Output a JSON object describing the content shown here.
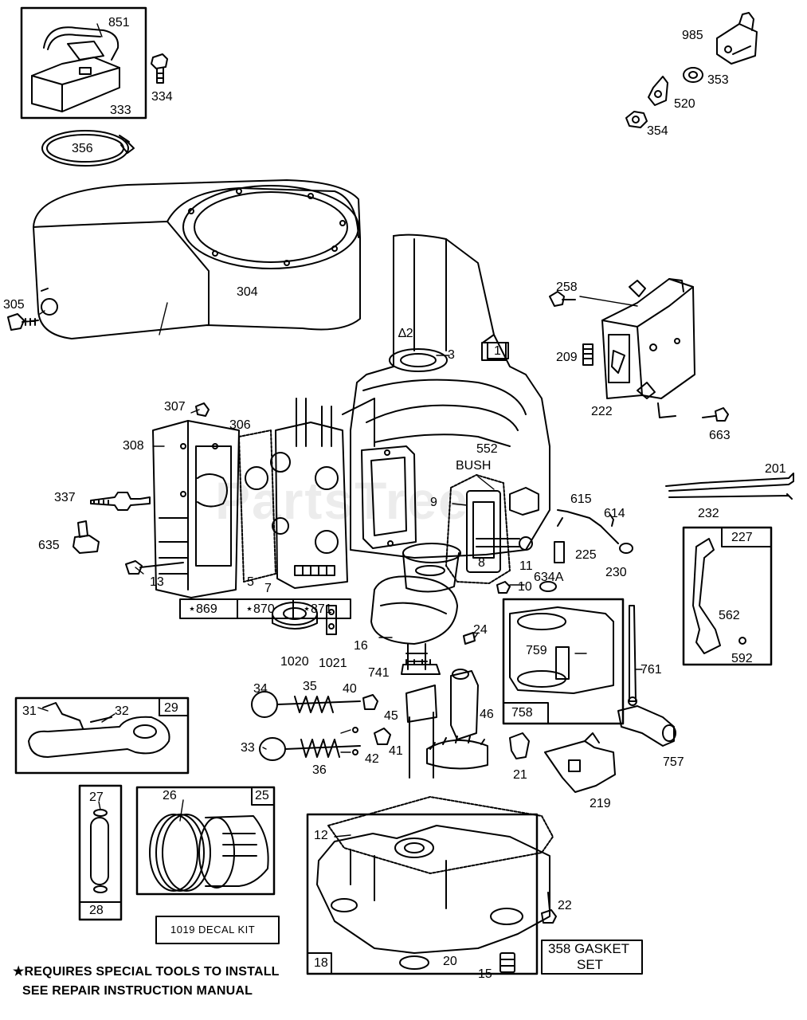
{
  "watermark": "PartsTree",
  "callouts": [
    {
      "id": "c851",
      "text": "851"
    },
    {
      "id": "c333",
      "text": "333"
    },
    {
      "id": "c334",
      "text": "334"
    },
    {
      "id": "c356",
      "text": "356"
    },
    {
      "id": "c985",
      "text": "985"
    },
    {
      "id": "c353",
      "text": "353"
    },
    {
      "id": "c520",
      "text": "520"
    },
    {
      "id": "c354",
      "text": "354"
    },
    {
      "id": "c304",
      "text": "304"
    },
    {
      "id": "c305",
      "text": "305"
    },
    {
      "id": "c258",
      "text": "258"
    },
    {
      "id": "c2",
      "text": "∆2"
    },
    {
      "id": "c3",
      "text": "3"
    },
    {
      "id": "c1",
      "text": "1"
    },
    {
      "id": "c209",
      "text": "209"
    },
    {
      "id": "c222",
      "text": "222"
    },
    {
      "id": "c663",
      "text": "663"
    },
    {
      "id": "c307",
      "text": "307"
    },
    {
      "id": "c306",
      "text": "306"
    },
    {
      "id": "c308",
      "text": "308"
    },
    {
      "id": "c552",
      "text": "552"
    },
    {
      "id": "cbush",
      "text": "BUSH"
    },
    {
      "id": "c201",
      "text": "201"
    },
    {
      "id": "c232",
      "text": "232"
    },
    {
      "id": "c337",
      "text": "337"
    },
    {
      "id": "c9",
      "text": "9"
    },
    {
      "id": "c615",
      "text": "615"
    },
    {
      "id": "c614",
      "text": "614"
    },
    {
      "id": "c635",
      "text": "635"
    },
    {
      "id": "c225",
      "text": "225"
    },
    {
      "id": "c8",
      "text": "8"
    },
    {
      "id": "c11",
      "text": "11"
    },
    {
      "id": "c230",
      "text": "230"
    },
    {
      "id": "c13",
      "text": "13"
    },
    {
      "id": "c5",
      "text": "5"
    },
    {
      "id": "c7",
      "text": "7"
    },
    {
      "id": "c10",
      "text": "10"
    },
    {
      "id": "c634a",
      "text": "634A"
    },
    {
      "id": "c227",
      "text": "227"
    },
    {
      "id": "c869",
      "text": "⋆869"
    },
    {
      "id": "c870",
      "text": "⋆870"
    },
    {
      "id": "c871",
      "text": "⋆871"
    },
    {
      "id": "c562",
      "text": "562"
    },
    {
      "id": "c24",
      "text": "24"
    },
    {
      "id": "c16",
      "text": "16"
    },
    {
      "id": "c1020",
      "text": "1020"
    },
    {
      "id": "c1021",
      "text": "1021"
    },
    {
      "id": "c759",
      "text": "759"
    },
    {
      "id": "c592",
      "text": "592"
    },
    {
      "id": "c741",
      "text": "741"
    },
    {
      "id": "c761",
      "text": "761"
    },
    {
      "id": "c34",
      "text": "34"
    },
    {
      "id": "c35",
      "text": "35"
    },
    {
      "id": "c40",
      "text": "40"
    },
    {
      "id": "c31",
      "text": "31"
    },
    {
      "id": "c32",
      "text": "32"
    },
    {
      "id": "c29",
      "text": "29"
    },
    {
      "id": "c45",
      "text": "45"
    },
    {
      "id": "c46",
      "text": "46"
    },
    {
      "id": "c758",
      "text": "758"
    },
    {
      "id": "c33",
      "text": "33"
    },
    {
      "id": "c41",
      "text": "41"
    },
    {
      "id": "c42",
      "text": "42"
    },
    {
      "id": "c36",
      "text": "36"
    },
    {
      "id": "c21",
      "text": "21"
    },
    {
      "id": "c757",
      "text": "757"
    },
    {
      "id": "c219",
      "text": "219"
    },
    {
      "id": "c27",
      "text": "27"
    },
    {
      "id": "c26",
      "text": "26"
    },
    {
      "id": "c25",
      "text": "25"
    },
    {
      "id": "c12",
      "text": "12"
    },
    {
      "id": "c28",
      "text": "28"
    },
    {
      "id": "c22",
      "text": "22"
    },
    {
      "id": "c18",
      "text": "18"
    },
    {
      "id": "c20",
      "text": "20"
    },
    {
      "id": "c15",
      "text": "15"
    }
  ],
  "decal_kit": "1019 DECAL KIT",
  "gasket_set": [
    "358 GASKET",
    "SET"
  ],
  "footnote": [
    "★REQUIRES SPECIAL TOOLS TO INSTALL",
    "SEE REPAIR INSTRUCTION MANUAL"
  ]
}
